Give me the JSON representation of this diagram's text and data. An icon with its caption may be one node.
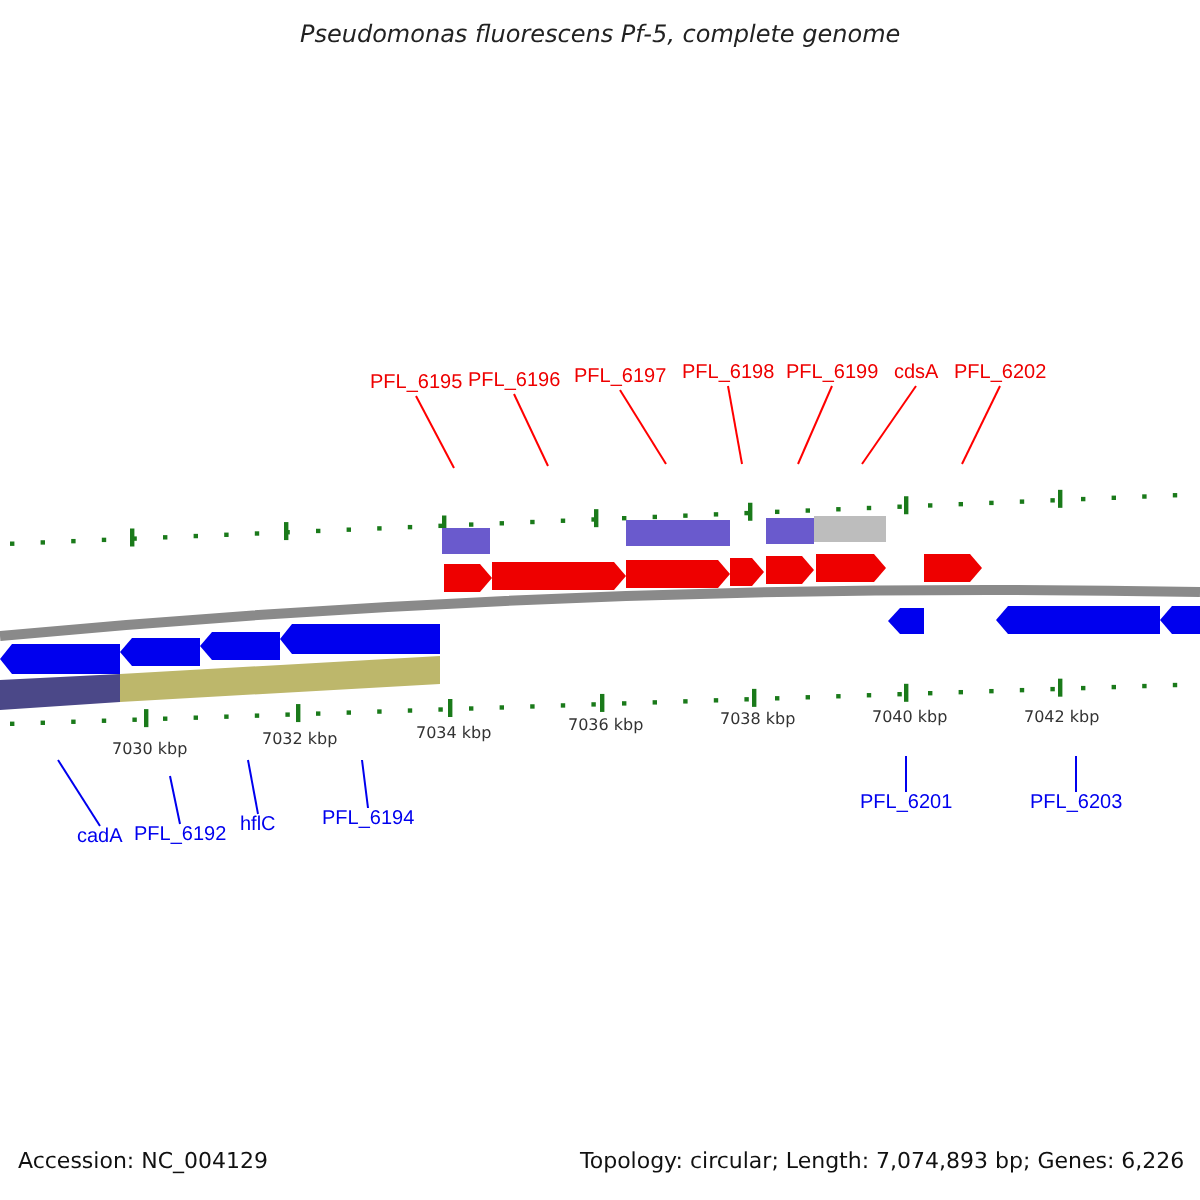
{
  "diagram": {
    "title": "Pseudomonas fluorescens Pf-5, complete genome",
    "nodes": [
      {
        "text": [
          "PFL_6195"
        ]
      },
      {
        "text": [
          "PFL_6196"
        ]
      },
      {
        "text": [
          "PFL_6197"
        ]
      },
      {
        "text": [
          "PFL_6198"
        ]
      },
      {
        "text": [
          "PFL_6199"
        ]
      },
      {
        "text": [
          "cdsA"
        ]
      },
      {
        "text": [
          "PFL_6202"
        ]
      },
      {
        "text": [
          "cadA"
        ]
      },
      {
        "text": [
          "PFL_6192"
        ]
      },
      {
        "text": [
          "hflC"
        ]
      },
      {
        "text": [
          "PFL_6194"
        ]
      },
      {
        "text": [
          "PFL_6201"
        ]
      },
      {
        "text": [
          "PFL_6203"
        ]
      }
    ],
    "edges": [
      {
        "from": 0,
        "to": null,
        "arrow": "none",
        "color": "#ff0000"
      },
      {
        "from": 1,
        "to": null,
        "arrow": "none",
        "color": "#ff0000"
      },
      {
        "from": 2,
        "to": null,
        "arrow": "none",
        "color": "#ff0000"
      },
      {
        "from": 3,
        "to": null,
        "arrow": "none",
        "color": "#ff0000"
      },
      {
        "from": 4,
        "to": null,
        "arrow": "none",
        "color": "#ff0000"
      },
      {
        "from": 5,
        "to": null,
        "arrow": "none",
        "color": "#ff0000"
      },
      {
        "from": 6,
        "to": null,
        "arrow": "none",
        "color": "#ff0000"
      },
      {
        "from": 7,
        "to": null,
        "arrow": "none",
        "color": "#0000ee"
      },
      {
        "from": 8,
        "to": null,
        "arrow": "none",
        "color": "#0000ee"
      },
      {
        "from": 9,
        "to": null,
        "arrow": "none",
        "color": "#0000ee"
      },
      {
        "from": 10,
        "to": null,
        "arrow": "none",
        "color": "#0000ee"
      },
      {
        "from": 11,
        "to": null,
        "arrow": "none",
        "color": "#0000ee"
      },
      {
        "from": 12,
        "to": null,
        "arrow": "none",
        "color": "#0000ee"
      }
    ],
    "labels": [
      "7030 kbp",
      "7032 kbp",
      "7034 kbp",
      "7036 kbp",
      "7038 kbp",
      "7040 kbp",
      "7042 kbp",
      "Accession: NC_004129",
      "Topology: circular; Length: 7,074,893 bp; Genes: 6,226"
    ]
  }
}
